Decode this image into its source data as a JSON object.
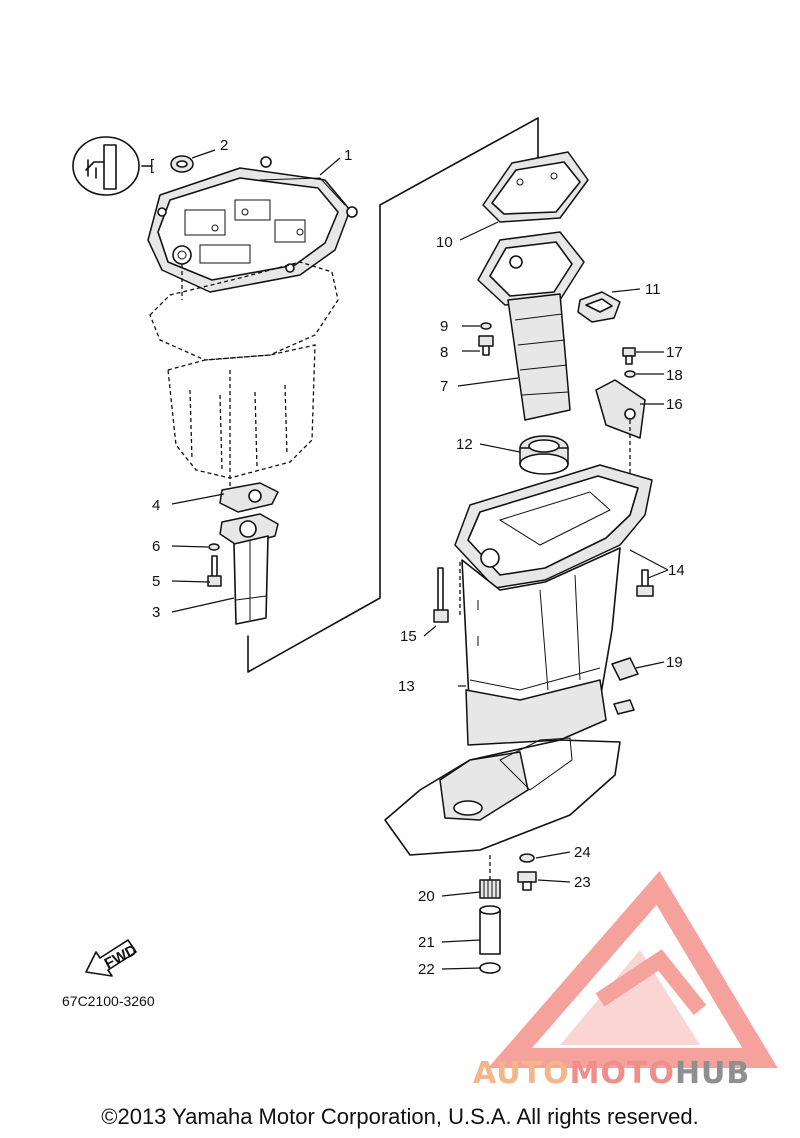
{
  "diagram": {
    "labels": [
      "1",
      "2",
      "3",
      "4",
      "5",
      "6",
      "7",
      "8",
      "9",
      "10",
      "11",
      "12",
      "13",
      "14",
      "15",
      "16",
      "17",
      "18",
      "19",
      "20",
      "21",
      "22",
      "23",
      "24"
    ],
    "fwd_text": "FWD",
    "inset_bracket": "[",
    "part_code": "67C2100-3260"
  },
  "watermark": {
    "part1": "AUTO",
    "part2": "MOTO",
    "part3": "HUB",
    "colors": {
      "auto": "#f5b48a",
      "moto": "#f08f8a",
      "hub": "#8f8f8f",
      "logo": "#f2837c"
    }
  },
  "footer": {
    "copyright": "©2013 Yamaha Motor Corporation, U.S.A. All rights reserved."
  }
}
